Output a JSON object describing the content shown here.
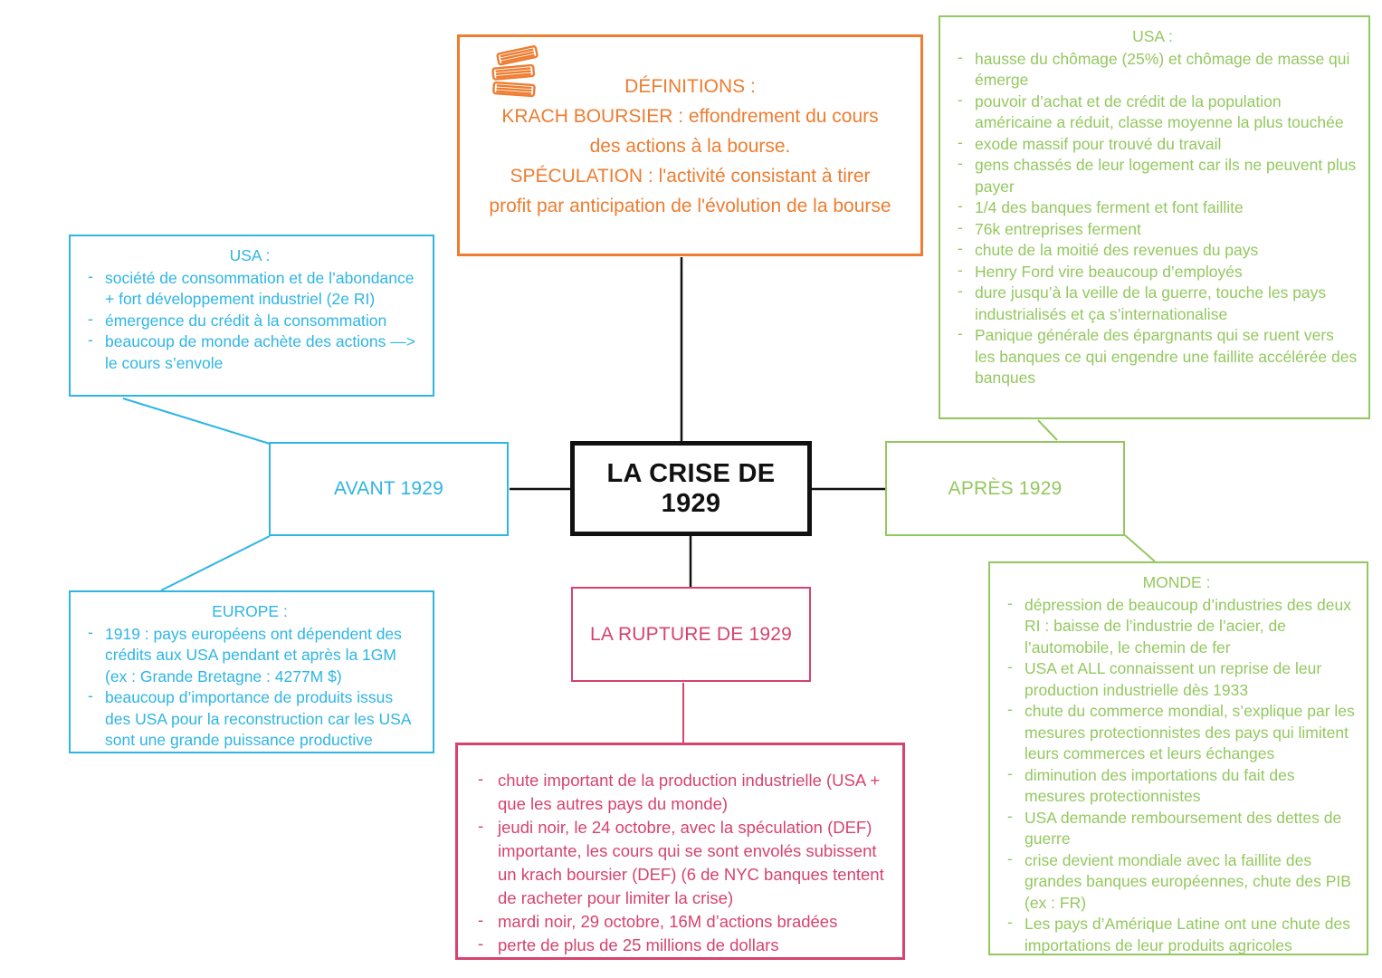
{
  "palette": {
    "orange": "#ED7D31",
    "cyan": "#2EB5E4",
    "green": "#93C85F",
    "pink": "#D6436E",
    "ink": "#111111",
    "background": "#FFFFFF"
  },
  "center": {
    "label": "LA CRISE DE 1929"
  },
  "definitions": {
    "icon": "books-icon",
    "title": "DÉFINITIONS :",
    "lines": [
      "KRACH BOURSIER : effondrement du cours des actions à la bourse.",
      "SPÉCULATION : l'activité consistant à tirer profit par anticipation de l'évolution de la bourse"
    ]
  },
  "avant": {
    "label": "AVANT 1929"
  },
  "apres": {
    "label": "APRÈS 1929"
  },
  "rupture": {
    "label": "LA RUPTURE DE 1929"
  },
  "usa_before": {
    "title": "USA :",
    "items": [
      "société de consommation et de l’abondance + fort développement industriel (2e RI)",
      "émergence du crédit à la consommation",
      "beaucoup de monde achète des actions —> le cours s’envole"
    ]
  },
  "europe": {
    "title": "EUROPE :",
    "items": [
      "1919 : pays européens ont dépendent des crédits aux USA pendant et après la 1GM (ex : Grande Bretagne : 4277M $)",
      "beaucoup d’importance de produits issus des USA pour la reconstruction car les USA sont une grande puissance productive"
    ]
  },
  "usa_after": {
    "title": "USA :",
    "items": [
      "hausse du chômage (25%) et chômage de masse qui émerge",
      "pouvoir d’achat et de crédit de la population américaine a réduit, classe moyenne la plus touchée",
      "exode massif pour trouvé du travail",
      "gens chassés de leur logement car ils ne peuvent plus payer",
      "1/4 des banques ferment et font faillite",
      "76k entreprises ferment",
      "chute de la moitié des revenues du pays",
      "Henry Ford vire beaucoup d’employés",
      "dure jusqu’à la veille de la guerre, touche les pays industrialisés et ça s’internationalise",
      "Panique générale des épargnants qui se ruent vers les banques ce qui engendre une faillite accélérée des banques"
    ]
  },
  "monde": {
    "title": "MONDE :",
    "items": [
      "dépression de beaucoup d’industries des deux RI : baisse de l’industrie de l’acier, de l’automobile, le chemin de fer",
      "USA et ALL connaissent un reprise de leur production industrielle dès 1933",
      "chute du commerce mondial, s’explique par les mesures protectionnistes des pays qui limitent leurs commerces et leurs échanges",
      "diminution des importations du fait des mesures protectionnistes",
      "USA demande remboursement des dettes de guerre",
      "crise devient mondiale avec la faillite des grandes banques européennes, chute des PIB (ex : FR)",
      "Les pays d’Amérique Latine ont une chute des importations de leur produits agricoles"
    ]
  },
  "rupture_details": {
    "items": [
      "chute important de la production industrielle (USA + que les autres pays du monde)",
      "jeudi noir, le 24 octobre, avec la spéculation (DEF) importante, les cours qui se sont envolés subissent un krach boursier (DEF) (6 de NYC banques tentent de racheter pour limiter la crise)",
      "mardi noir, 29 octobre, 16M d’actions bradées",
      "perte de plus de 25 millions de dollars"
    ]
  }
}
